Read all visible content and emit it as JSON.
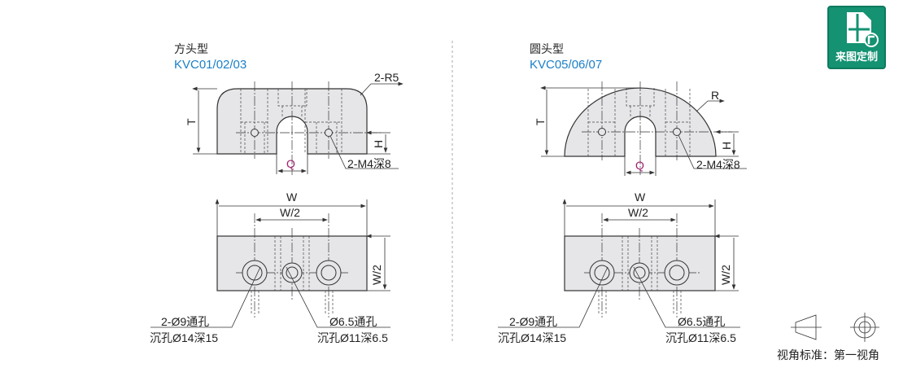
{
  "left": {
    "type_label": "方头型",
    "model": "KVC01/02/03",
    "radius_label": "2-R5",
    "thread_label": "2-M4深8",
    "dims": {
      "T": "T",
      "H": "H",
      "Q": "Q",
      "W": "W",
      "W_half": "W/2",
      "W_half_v": "W/2"
    },
    "hole_label_1a": "2-Ø9通孔",
    "hole_label_1b": "沉孔Ø14深15",
    "hole_label_2a": "Ø6.5通孔",
    "hole_label_2b": "沉孔Ø11深6.5"
  },
  "right": {
    "type_label": "圆头型",
    "model": "KVC05/06/07",
    "radius_label": "R",
    "thread_label": "2-M4深8",
    "dims": {
      "T": "T",
      "H": "H",
      "Q": "Q",
      "W": "W",
      "W_half": "W/2",
      "W_half_v": "W/2"
    },
    "hole_label_1a": "2-Ø9通孔",
    "hole_label_1b": "沉孔Ø14深15",
    "hole_label_2a": "Ø6.5通孔",
    "hole_label_2b": "沉孔Ø11深6.5"
  },
  "badge": {
    "label": "来图定制",
    "color": "#149272"
  },
  "view_standard": "视角标准：第一视角",
  "colors": {
    "model": "#1a7fc8",
    "q": "#a0206f"
  }
}
